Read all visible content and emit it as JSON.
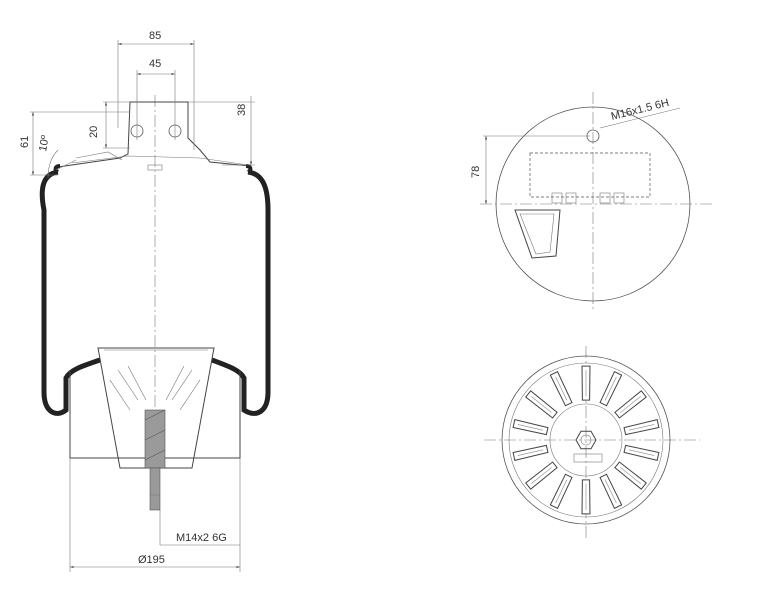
{
  "side_view": {
    "dimensions": {
      "top_width": "85",
      "hole_spacing": "45",
      "hole_height": "20",
      "left_height": "61",
      "angle": "10º",
      "right_height": "38",
      "thread_bottom": "M14x2 6G",
      "diameter": "Ø195"
    }
  },
  "top_view": {
    "dimensions": {
      "thread_top": "M16x1.5 6H",
      "offset": "78"
    }
  },
  "bottom_view": {
    "rib_count": 14
  }
}
